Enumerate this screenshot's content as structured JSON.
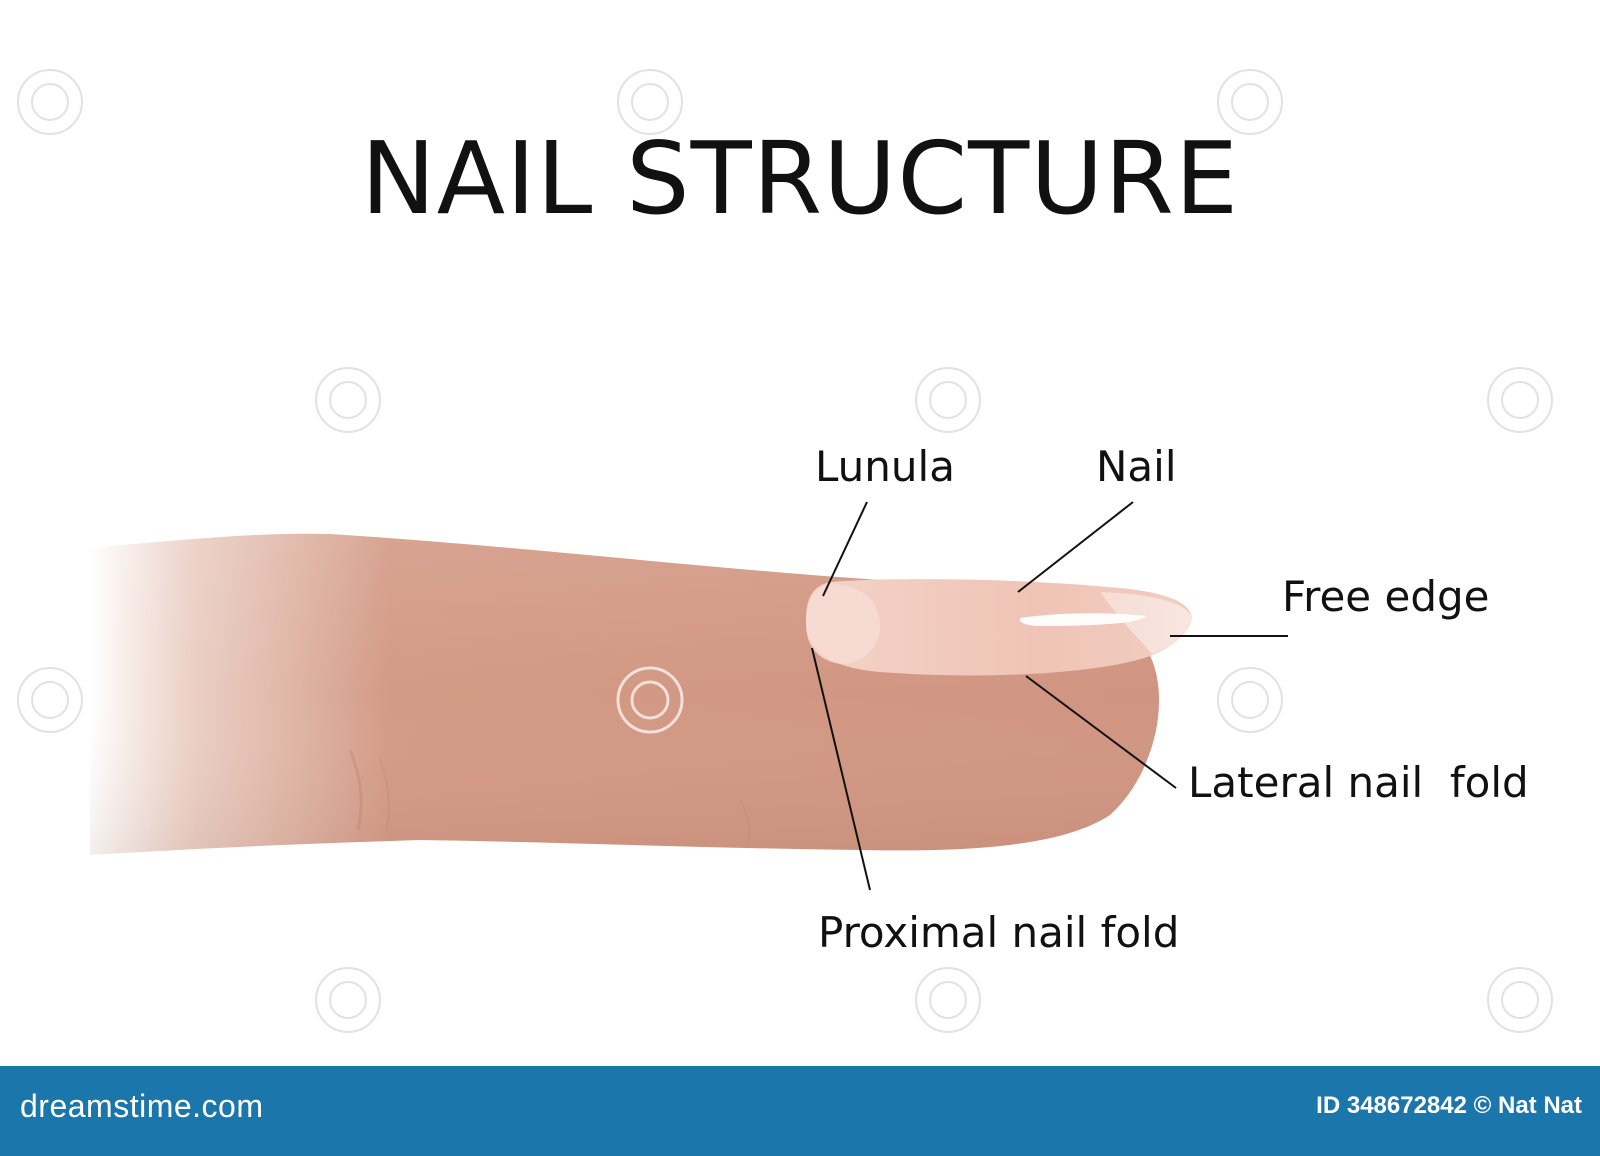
{
  "title": "NAIL STRUCTURE",
  "labels": {
    "lunula": "Lunula",
    "nail": "Nail",
    "free_edge": "Free edge",
    "lateral_nail_fold": "Lateral nail  fold",
    "proximal_nail_fold": "Proximal nail fold"
  },
  "footer": {
    "brand": "dreamstime.com",
    "credit": "ID 348672842 © Nat Nat"
  },
  "colors": {
    "skin": "#d49a85",
    "nail": "#f0c9bd",
    "footer": "#1b76ab"
  }
}
